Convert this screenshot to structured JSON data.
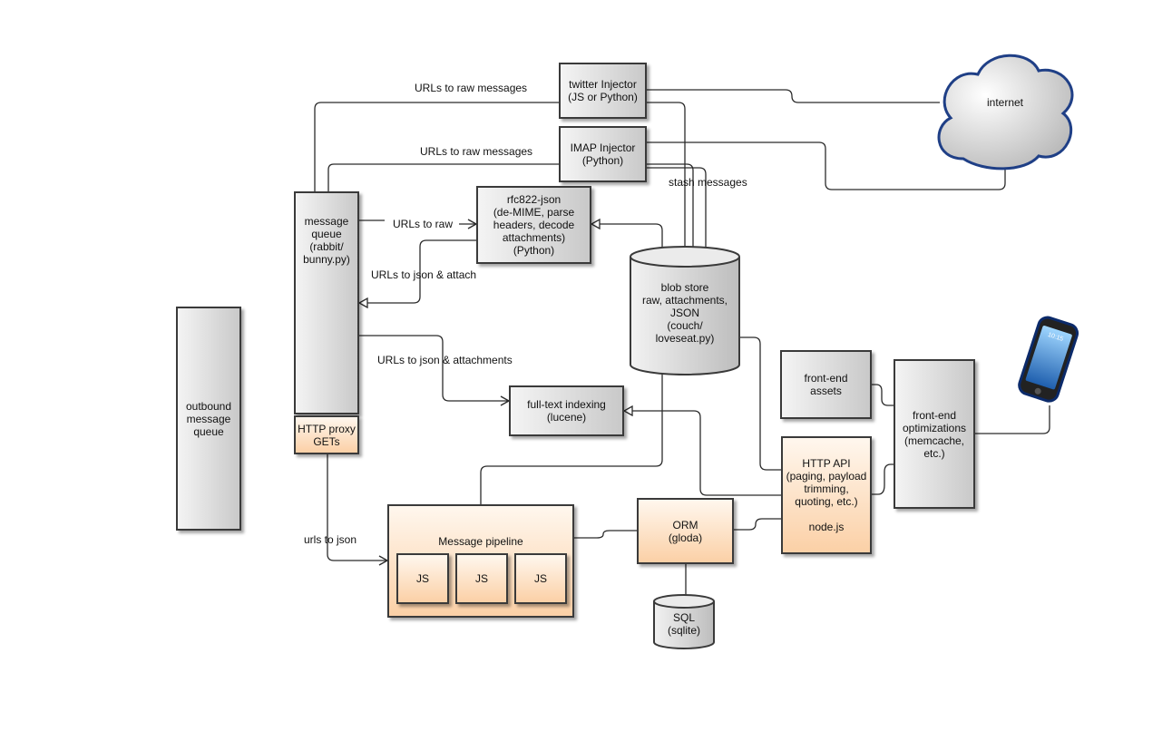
{
  "nodes": {
    "twitter": "twitter Injector\n(JS or Python)",
    "imap": "IMAP Injector\n(Python)",
    "internet": "internet",
    "queue": "message\nqueue\n(rabbit/\nbunny.py)",
    "proxy": "HTTP proxy\nGETs",
    "rfc": "rfc822-json\n(de-MIME, parse\nheaders, decode\nattachments)\n(Python)",
    "blob": "blob store\nraw, attachments,\nJSON\n(couch/\nloveseat.py)",
    "outbound": "outbound\nmessage\nqueue",
    "fulltext": "full-text indexing\n(lucene)",
    "frontend_assets": "front-end\nassets",
    "frontend_opt": "front-end\noptimizations\n(memcache,\netc.)",
    "http_api": "HTTP API\n(paging, payload\ntrimming,\nquoting, etc.)\n\nnode.js",
    "pipeline": "Message pipeline",
    "js1": "JS",
    "js2": "JS",
    "js3": "JS",
    "orm": "ORM\n(gloda)",
    "sql": "SQL\n(sqlite)"
  },
  "edges": {
    "twitter_raw": "URLs to raw messages",
    "imap_raw": "URLs to raw messages",
    "stash": "stash messages",
    "to_raw": "URLs to raw",
    "json_attach": "URLs to json & attach",
    "json_attachments": "URLs to json & attachments",
    "urls_json": "urls to json"
  },
  "phone": {
    "clock": "10:15"
  },
  "colors": {
    "gray_box": "#d4d4d4",
    "orange_box": "#fcd9b6",
    "line": "#2b2b2b"
  }
}
